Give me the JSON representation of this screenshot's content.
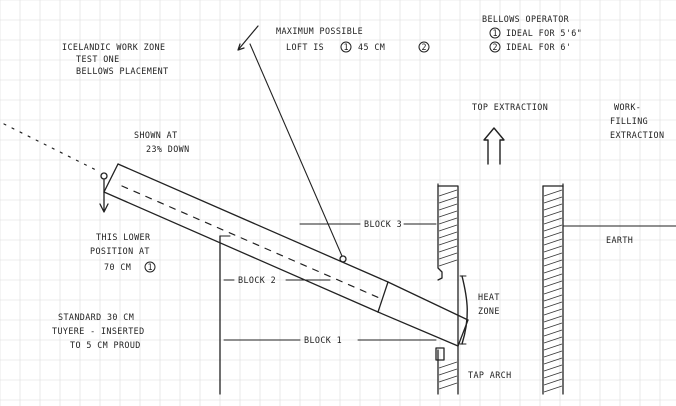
{
  "notes": {
    "work_zone": [
      "ICELANDIC WORK ZONE",
      "TEST ONE",
      "BELLOWS PLACEMENT"
    ],
    "max_loft_line1": "MAXIMUM POSSIBLE",
    "max_loft_line2_prefix": "LOFT IS",
    "max_loft_circled_a": "1",
    "max_loft_value": "45 CM",
    "max_loft_circled_b": "2",
    "bellows_operator_title": "BELLOWS OPERATOR",
    "bellows_operator_1_circled": "1",
    "bellows_operator_1": "IDEAL FOR 5'6\"",
    "bellows_operator_2_circled": "2",
    "bellows_operator_2": "IDEAL FOR 6'",
    "top_extraction": "TOP EXTRACTION",
    "work_filling_extraction": [
      "WORK-",
      "FILLING",
      "EXTRACTION"
    ],
    "shown_at": [
      "SHOWN AT",
      "23% DOWN"
    ],
    "lower_position_lines": [
      "THIS LOWER",
      "POSITION AT"
    ],
    "lower_position_value": "70 CM",
    "lower_position_circled": "1",
    "block3": "BLOCK 3",
    "block2": "BLOCK 2",
    "block1": "BLOCK 1",
    "earth": "EARTH",
    "heat_zone": [
      "HEAT",
      "ZONE"
    ],
    "tap_arch": "TAP ARCH",
    "standard_tuyere": [
      "STANDARD 30 CM",
      "TUYERE - INSERTED",
      "TO 5 CM PROUD"
    ]
  }
}
